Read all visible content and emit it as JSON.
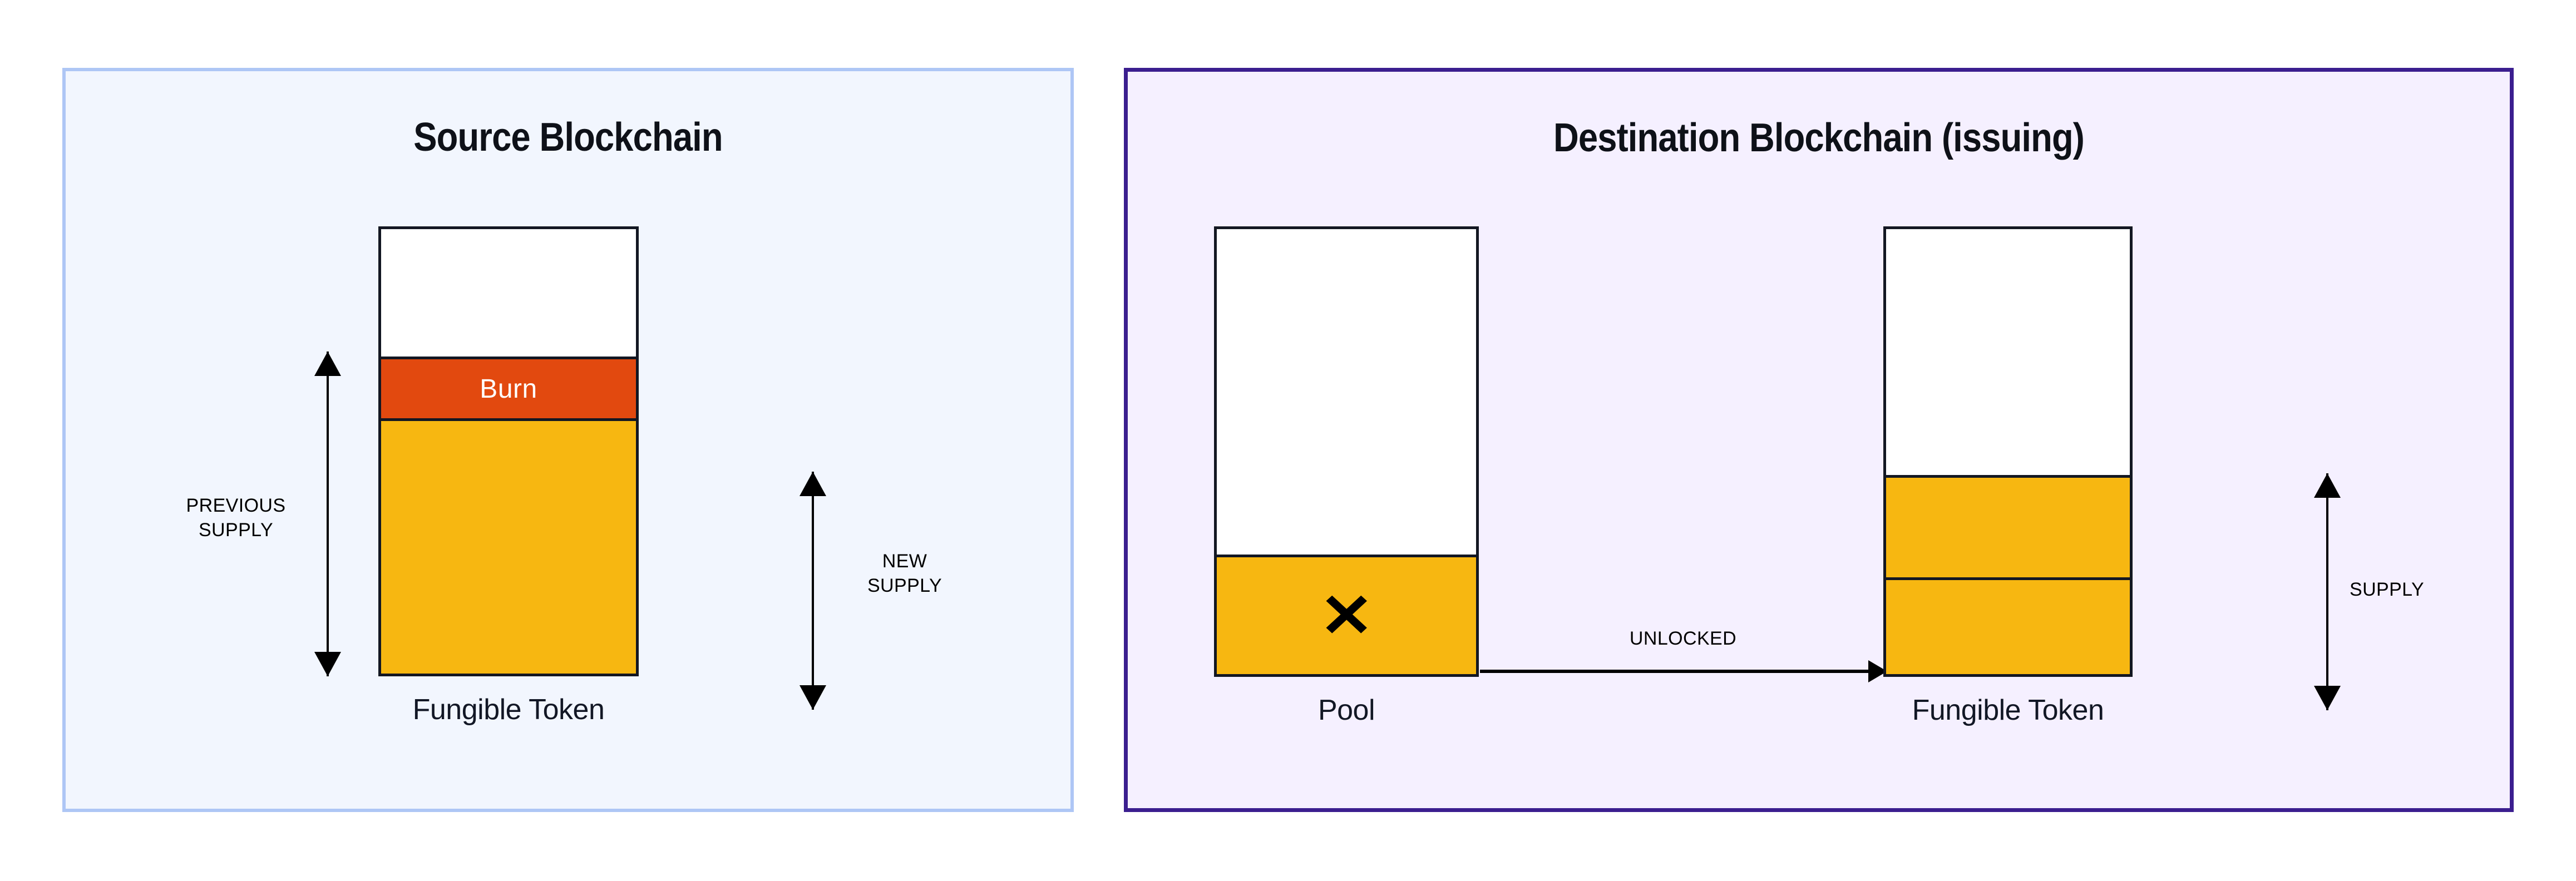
{
  "diagram": {
    "panels": {
      "source": {
        "title": "Source Blockchain",
        "border_color": "#aec6f5",
        "background_color": "#f2f6fe",
        "bars": [
          {
            "caption": "Fungible Token",
            "segments": [
              {
                "label": "",
                "kind": "empty",
                "color": "#ffffff"
              },
              {
                "label": "Burn",
                "kind": "burn",
                "color": "#e2490f"
              },
              {
                "label": "",
                "kind": "supply",
                "color": "#f7b711"
              }
            ]
          }
        ],
        "measures": [
          {
            "label": "PREVIOUS\nSUPPLY",
            "side": "left"
          },
          {
            "label": "NEW\nSUPPLY",
            "side": "right"
          }
        ]
      },
      "destination": {
        "title": "Destination Blockchain (issuing)",
        "border_color": "#3b1e8f",
        "background_color": "#f5f0ff",
        "bars": [
          {
            "caption": "Pool",
            "segments": [
              {
                "label": "",
                "kind": "empty",
                "color": "#ffffff"
              },
              {
                "label": "✕",
                "kind": "locked",
                "color": "#f7b711"
              }
            ]
          },
          {
            "caption": "Fungible Token",
            "segments": [
              {
                "label": "",
                "kind": "empty",
                "color": "#ffffff"
              },
              {
                "label": "",
                "kind": "minted",
                "color": "#f7b711"
              },
              {
                "label": "",
                "kind": "supply",
                "color": "#f7b711"
              }
            ]
          }
        ],
        "flow_arrow": {
          "label": "UNLOCKED"
        },
        "measures": [
          {
            "label": "SUPPLY",
            "side": "right"
          }
        ]
      }
    },
    "colors": {
      "yellow": "#f7b711",
      "burn_red": "#e2490f",
      "outline": "#131722",
      "text_dark": "#121725",
      "source_border": "#aec6f5",
      "destination_border": "#3b1e8f"
    }
  }
}
